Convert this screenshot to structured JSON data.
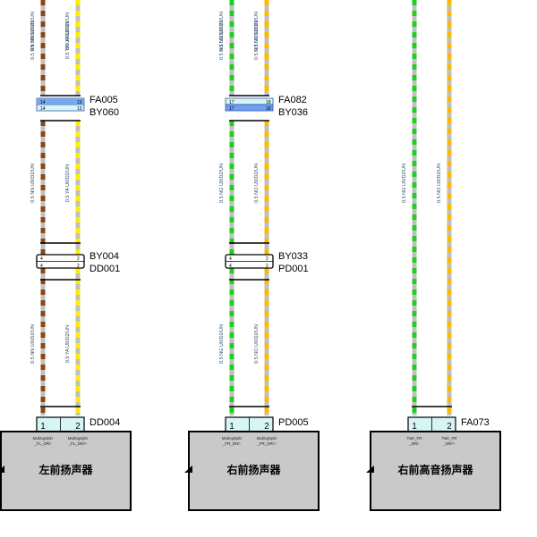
{
  "colors": {
    "brown": "#8b4513",
    "grey": "#c0c0c0",
    "yellow": "#ffeb00",
    "green": "#22cc22",
    "orange": "#ffb800",
    "connector_fill": "#d6f6f6",
    "blue_band": "#6f9ff0",
    "box_fill": "#c9c9c9"
  },
  "circuits": [
    {
      "id": "left",
      "wire_labels": {
        "left_segments": [
          "0.5 NN U0/D2/UN",
          "0.5 NN U0/D2/UN",
          "0.5 NN U0/D2/UN",
          "0.5 NN U0/D2/UN"
        ],
        "right_segments": [
          "0.5 YA U0/D2/UN",
          "0.5 YA U0/D2/UN",
          "0.5 YA U0/D2/UN",
          "0.5 YA U0/D2/UN"
        ]
      },
      "inline1": {
        "top": "FA005",
        "bottom": "BY060",
        "pins": [
          "14",
          "13",
          "14",
          "13"
        ]
      },
      "inline2": {
        "top": "BY004",
        "bottom": "DD001",
        "pins": [
          "4",
          "2",
          "4",
          "2"
        ]
      },
      "connector": {
        "name": "DD004",
        "pins": [
          "1",
          "2"
        ]
      },
      "signals": [
        "MulingSpkr\n_FL_DR/-",
        "MulingSpkr\n_FL_DR/+"
      ],
      "device": "左前扬声器"
    },
    {
      "id": "mid",
      "wire_labels": {
        "left_segments": [
          "0.5 NG U0/D2/UN",
          "0.5 NG U0/D2/UN",
          "0.5 NG U0/D2/UN",
          "0.5 NG U0/D2/UN"
        ],
        "right_segments": [
          "0.5 NO U0/D2/UN",
          "0.5 NO U0/D2/UN",
          "0.5 NO U0/D2/UN",
          "0.5 NO U0/D2/UN"
        ]
      },
      "inline1": {
        "top": "FA082",
        "bottom": "BY036",
        "pins": [
          "17",
          "18",
          "17",
          "18"
        ]
      },
      "inline2": {
        "top": "BY033",
        "bottom": "PD001",
        "pins": [
          "4",
          "2",
          "4",
          "2"
        ]
      },
      "connector": {
        "name": "PD005",
        "pins": [
          "1",
          "2"
        ]
      },
      "signals": [
        "MulingSpkr\n_FR_DR/-",
        "MulingSpkr\n_FR_DR/+"
      ],
      "device": "右前扬声器"
    },
    {
      "id": "right",
      "wire_labels": {
        "left_segments": [
          "0.5 NG U0/D2/UN"
        ],
        "right_segments": [
          "0.5 NO U0/D2/UN"
        ]
      },
      "connector": {
        "name": "FA073",
        "pins": [
          "1",
          "2"
        ]
      },
      "signals": [
        "Twtr_FR\n_DR/-",
        "Twtr_FR\n_DR/+"
      ],
      "device": "右前高音扬声器"
    }
  ]
}
